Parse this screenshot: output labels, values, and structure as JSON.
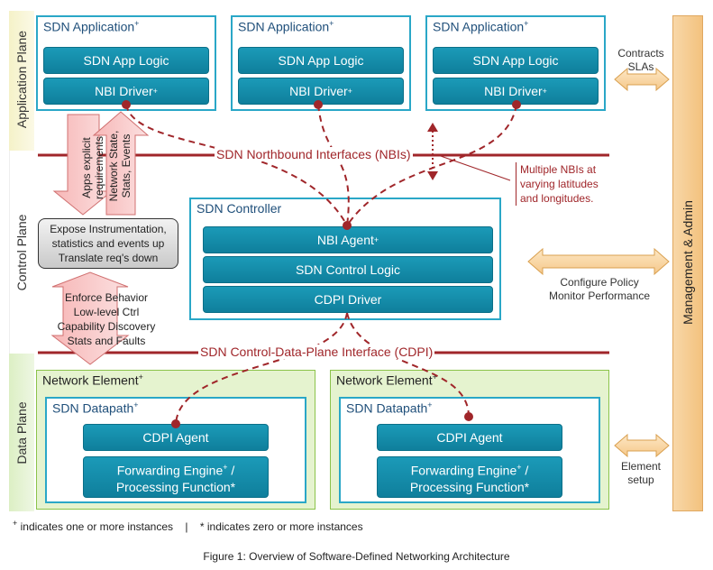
{
  "planes": {
    "application": "Application Plane",
    "control": "Control Plane",
    "data": "Data Plane"
  },
  "apps": [
    {
      "title": "SDN Application",
      "logic": "SDN App Logic",
      "driver": "NBI Driver"
    },
    {
      "title": "SDN Application",
      "logic": "SDN App Logic",
      "driver": "NBI Driver"
    },
    {
      "title": "SDN Application",
      "logic": "SDN App Logic",
      "driver": "NBI Driver"
    }
  ],
  "sup_plus": "+",
  "arrows": {
    "down_text": [
      "Apps explicit",
      "requirements"
    ],
    "up_text": [
      "Network State,",
      "Stats, Events"
    ]
  },
  "nbi_label": "SDN Northbound Interfaces (NBIs)",
  "multiple_nbis": [
    "Multiple NBIs at",
    "varying latitudes",
    "and longitudes."
  ],
  "controller": {
    "title": "SDN Controller",
    "agent": "NBI Agent",
    "logic": "SDN Control Logic",
    "driver": "CDPI Driver"
  },
  "expose_box": [
    "Expose Instrumentation,",
    "statistics and events up",
    "Translate req's down"
  ],
  "enforce_text": [
    "Enforce Behavior",
    "Low-level Ctrl",
    "Capability Discovery",
    "Stats and Faults"
  ],
  "cdpi_label": "SDN Control-Data-Plane Interface (CDPI)",
  "network_elements": [
    {
      "title": "Network Element",
      "datapath": "SDN Datapath",
      "agent": "CDPI Agent",
      "engine_line1": "Forwarding Engine",
      "engine_line2": "/",
      "engine_line3": "Processing Function*"
    },
    {
      "title": "Network Element",
      "datapath": "SDN Datapath",
      "agent": "CDPI Agent",
      "engine_line1": "Forwarding Engine",
      "engine_line2": "/",
      "engine_line3": "Processing Function*"
    }
  ],
  "right_side": {
    "contracts": [
      "Contracts",
      "SLAs"
    ],
    "configure": [
      "Configure Policy",
      "Monitor Performance"
    ],
    "element_setup": [
      "Element",
      "setup"
    ],
    "management": "Management & Admin"
  },
  "footnote": {
    "plus_note": "indicates one or more instances",
    "separator": "|",
    "star_note": "* indicates zero or more instances"
  },
  "caption": "Figure 1: Overview of Software-Defined Networking Architecture",
  "colors": {
    "teal": "#1b9ab8",
    "box_border": "#2aa7c7",
    "red": "#a0262a",
    "green_fill": "#e5f3cf",
    "orange": "#f3c27e"
  }
}
